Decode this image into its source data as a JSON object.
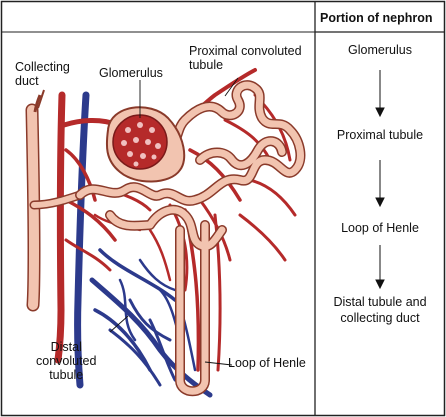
{
  "diagram": {
    "labels": {
      "collecting_duct": "Collecting\nduct",
      "glomerulus": "Glomerulus",
      "proximal": "Proximal convoluted\ntubule",
      "distal": "Distal\nconvoluted\ntubule",
      "loop": "Loop of Henle"
    }
  },
  "panel": {
    "header": "Portion of nephron",
    "steps": [
      "Glomerulus",
      "Proximal tubule",
      "Loop of Henle",
      "Distal tubule and\ncollecting duct"
    ]
  },
  "colors": {
    "artery": "#b52a2a",
    "vein": "#2c3a8c",
    "tubule_fill": "#f2c4b0",
    "tubule_outline": "#8a3a2a"
  }
}
